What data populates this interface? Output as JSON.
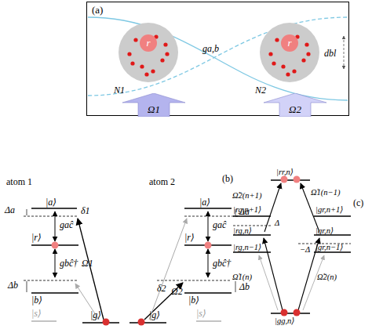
{
  "diagram": {
    "nodes": [
      {
        "text": [
          "(a)"
        ]
      },
      {
        "text": [
          "r",
          "N1"
        ],
        "in": 0
      },
      {
        "text": [
          "r",
          "N2"
        ],
        "in": 0
      },
      {
        "text": [
          "Ω1"
        ],
        "in": 0
      },
      {
        "text": [
          "Ω2"
        ],
        "in": 0
      }
    ],
    "labels": [
      "atom 1",
      "atom 2",
      "(b)",
      "(c)",
      "|a⟩",
      "Δa",
      "δ1",
      "gaĉ",
      "|r⟩",
      "gbĉ†",
      "Δb",
      "|b⟩",
      "|s⟩",
      "|g⟩",
      "Ω1",
      "|a⟩",
      "Δa",
      "gaĉ",
      "|r⟩",
      "gbĉ†",
      "δ2",
      "Δb",
      "|b⟩",
      "|s⟩",
      "|g⟩",
      "Ω2",
      "|rr,n⟩",
      "|rg,n+1⟩",
      "|rg,n⟩",
      "|rg,n−1⟩",
      "|gr,n+1⟩",
      "|gr,n⟩",
      "|gr,n−1⟩",
      "|gg,n⟩",
      "Ω̃2(n+1)",
      "Ω̃1(n−1)",
      "Ω̃1(n)",
      "Ω̃2(n)",
      "Δ",
      "−Δ",
      "ga,b",
      "dbl"
    ]
  }
}
